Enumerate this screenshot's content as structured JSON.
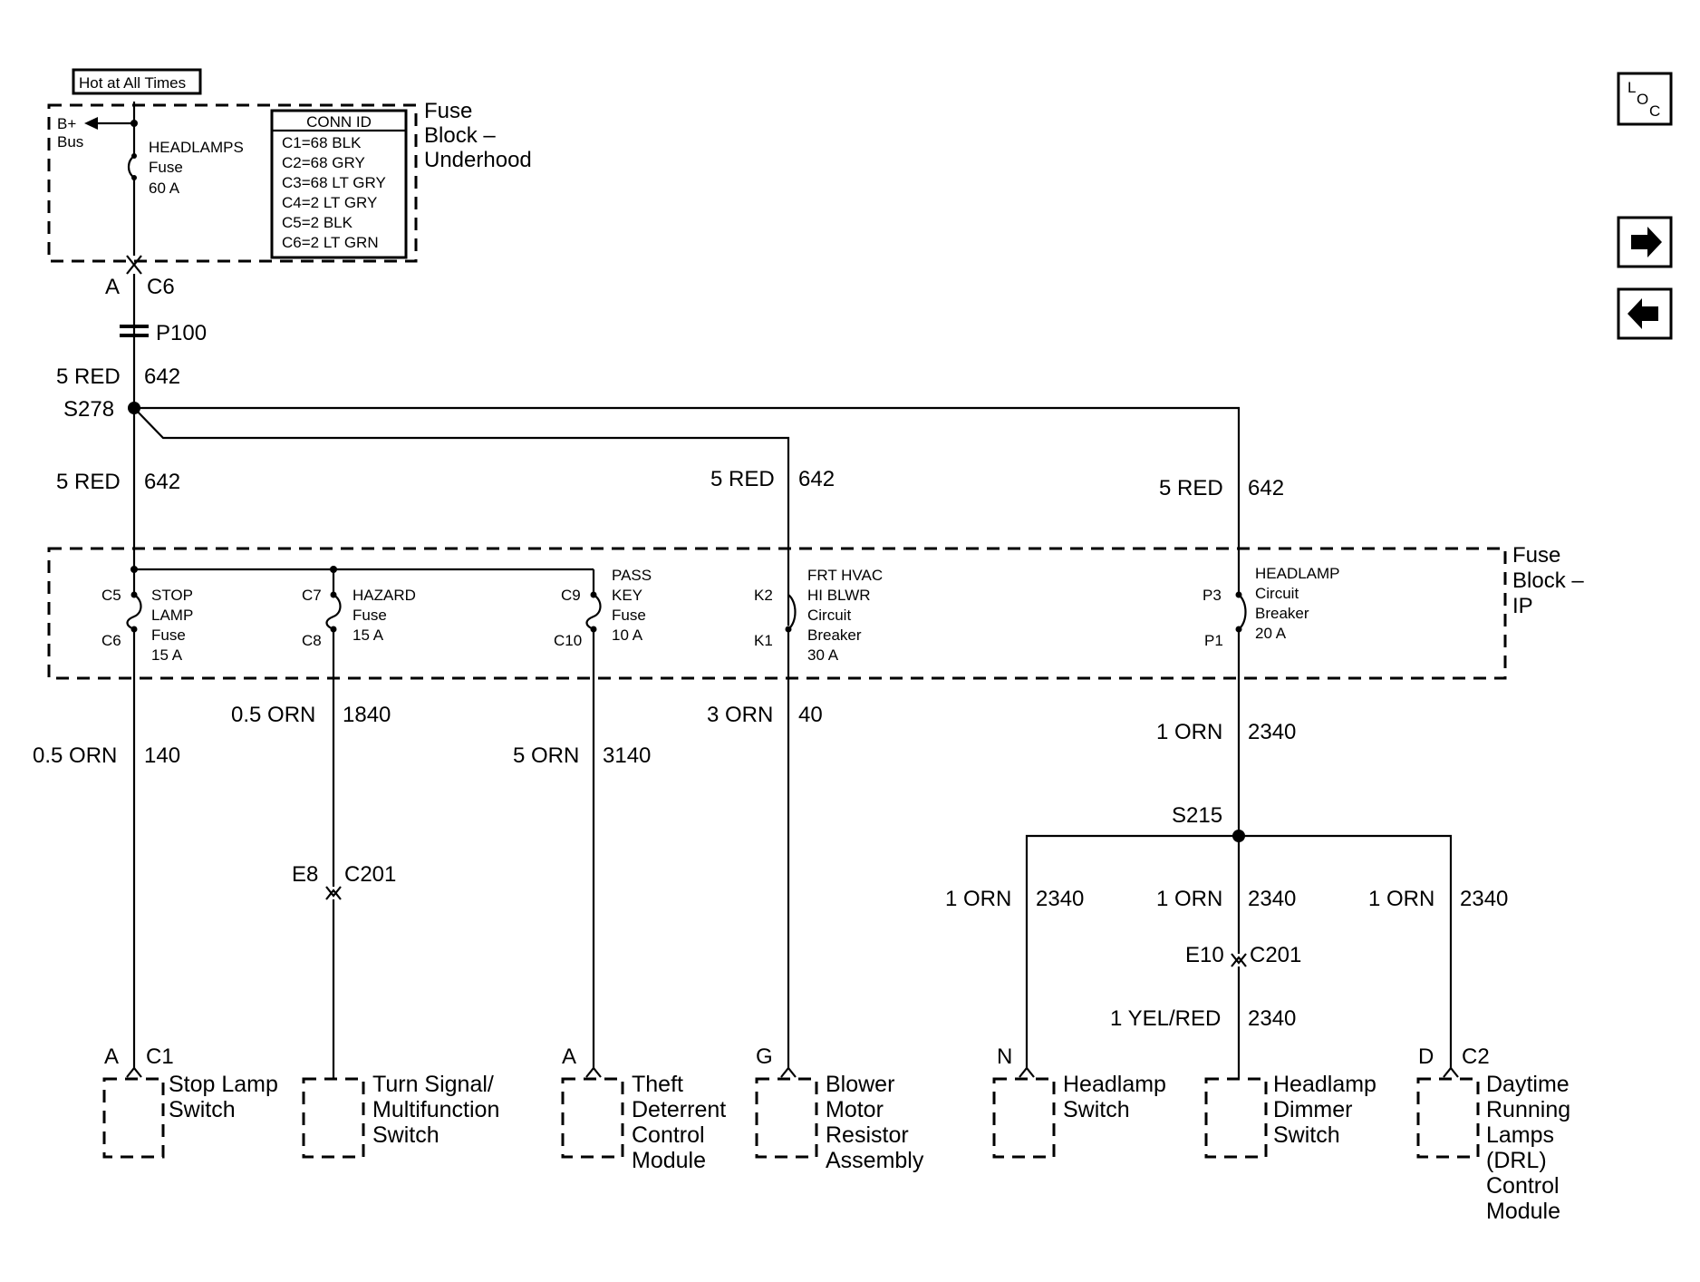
{
  "hot_at_all_times": "Hot at All Times",
  "underhood": {
    "title": [
      "Fuse",
      "Block –",
      "Underhood"
    ],
    "bplus": [
      "B+",
      "Bus"
    ],
    "fuse": [
      "HEADLAMPS",
      "Fuse",
      "60 A"
    ],
    "conn_id_title": "CONN ID",
    "conn_ids": [
      "C1=68 BLK",
      "C2=68 GRY",
      "C3=68 LT GRY",
      "C4=2 LT GRY",
      "C5=2 BLK",
      "C6=2 LT GRN"
    ]
  },
  "c6": {
    "pin": "A",
    "conn": "C6"
  },
  "p100": "P100",
  "s278": "S278",
  "s215": "S215",
  "wires": {
    "w642_top": {
      "size": "5 RED",
      "num": "642"
    },
    "w642_left": {
      "size": "5 RED",
      "num": "642"
    },
    "w642_mid": {
      "size": "5 RED",
      "num": "642"
    },
    "w642_right": {
      "size": "5 RED",
      "num": "642"
    },
    "w140": {
      "size": "0.5 ORN",
      "num": "140"
    },
    "w1840": {
      "size": "0.5 ORN",
      "num": "1840"
    },
    "w3140": {
      "size": "5 ORN",
      "num": "3140"
    },
    "w40": {
      "size": "3 ORN",
      "num": "40"
    },
    "w2340_main": {
      "size": "1 ORN",
      "num": "2340"
    },
    "w2340_left": {
      "size": "1 ORN",
      "num": "2340"
    },
    "w2340_center": {
      "size": "1 ORN",
      "num": "2340"
    },
    "w2340_right": {
      "size": "1 ORN",
      "num": "2340"
    },
    "w2340_yel": {
      "size": "1 YEL/RED",
      "num": "2340"
    }
  },
  "ip": {
    "title": [
      "Fuse",
      "Block –",
      "IP"
    ],
    "stop": {
      "pin_in": "C5",
      "pin_out": "C6",
      "label": [
        "STOP",
        "LAMP",
        "Fuse",
        "15 A"
      ]
    },
    "hazard": {
      "pin_in": "C7",
      "pin_out": "C8",
      "label": [
        "HAZARD",
        "Fuse",
        "15 A"
      ]
    },
    "passkey": {
      "pin_in": "C9",
      "pin_out": "C10",
      "label": [
        "PASS",
        "KEY",
        "Fuse",
        "10 A"
      ]
    },
    "hvac": {
      "pin_in": "K2",
      "pin_out": "K1",
      "label": [
        "FRT HVAC",
        "HI BLWR",
        "Circuit",
        "Breaker",
        "30 A"
      ]
    },
    "headlamp": {
      "pin_in": "P3",
      "pin_out": "P1",
      "label": [
        "HEADLAMP",
        "Circuit",
        "Breaker",
        "20 A"
      ]
    }
  },
  "c201_e8": {
    "pin": "E8",
    "conn": "C201"
  },
  "c201_e10": {
    "pin": "E10",
    "conn": "C201"
  },
  "devices": {
    "stop_lamp": {
      "pin": "A",
      "conn": "C1",
      "name": [
        "Stop Lamp",
        "Switch"
      ]
    },
    "turn_signal": {
      "name": [
        "Turn Signal/",
        "Multifunction",
        "Switch"
      ]
    },
    "theft": {
      "pin": "A",
      "name": [
        "Theft",
        "Deterrent",
        "Control",
        "Module"
      ]
    },
    "blower": {
      "pin": "G",
      "name": [
        "Blower",
        "Motor",
        "Resistor",
        "Assembly"
      ]
    },
    "headlamp_switch": {
      "pin": "N",
      "name": [
        "Headlamp",
        "Switch"
      ]
    },
    "dimmer": {
      "name": [
        "Headlamp",
        "Dimmer",
        "Switch"
      ]
    },
    "drl": {
      "pin": "D",
      "conn": "C2",
      "name": [
        "Daytime",
        "Running",
        "Lamps",
        "(DRL)",
        "Control",
        "Module"
      ]
    }
  },
  "nav": {
    "loc": [
      "L",
      "O",
      "C"
    ],
    "next_icon": "arrow-right-icon",
    "prev_icon": "arrow-left-icon"
  }
}
